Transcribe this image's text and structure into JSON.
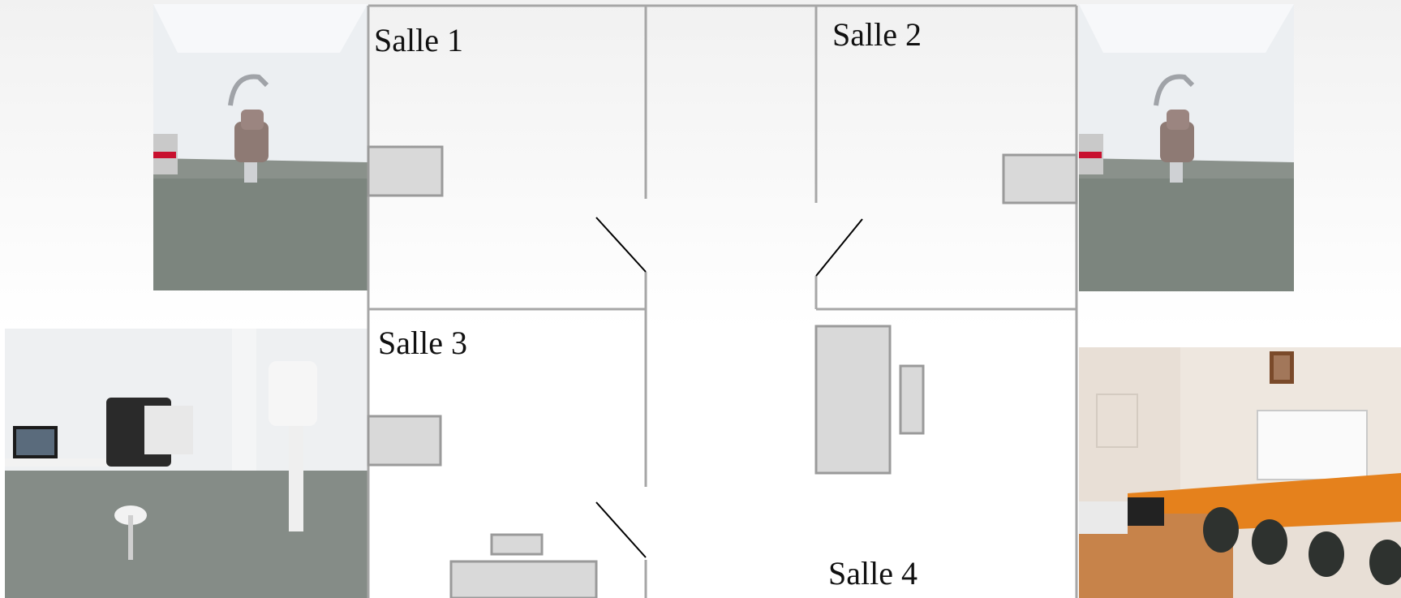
{
  "rooms": [
    {
      "id": "salle-1",
      "label": "Salle 1"
    },
    {
      "id": "salle-2",
      "label": "Salle 2"
    },
    {
      "id": "salle-3",
      "label": "Salle 3"
    },
    {
      "id": "salle-4",
      "label": "Salle 4"
    }
  ],
  "colors": {
    "wall": "#a6a6a6",
    "furniture_fill": "#d9d9d9",
    "furniture_stroke": "#9a9a9a",
    "door": "#000000",
    "floor": "#7f8780"
  },
  "photos": [
    {
      "id": "photo-salle-1",
      "subject": "dental chair with x-ray arm in empty room"
    },
    {
      "id": "photo-salle-2",
      "subject": "dental chair with x-ray arm in empty room"
    },
    {
      "id": "photo-salle-3",
      "subject": "panoramic x-ray unit with desk, computer and printer"
    },
    {
      "id": "photo-salle-4",
      "subject": "office with desk, printer, chairs and whiteboard"
    }
  ]
}
